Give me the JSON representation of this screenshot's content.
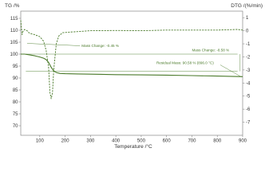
{
  "chart_data": {
    "type": "line",
    "left_axis_title": "TG /%",
    "right_axis_title": "DTG /(%/min)",
    "xlabel": "Temperature /°C",
    "xlim": [
      25,
      900
    ],
    "ylim_left": [
      66,
      118
    ],
    "ylim_right": [
      -8,
      1.5
    ],
    "x_ticks": [
      100,
      200,
      300,
      400,
      500,
      600,
      700,
      800,
      900
    ],
    "y_ticks_left": [
      70,
      75,
      80,
      85,
      90,
      95,
      100,
      105,
      110,
      115
    ],
    "y_ticks_right": [
      1,
      0,
      -1,
      -2,
      -3,
      -4,
      -5,
      -6,
      -7
    ],
    "series": [
      {
        "axis": "left",
        "style": "solid",
        "x": [
          25,
          40,
          60,
          80,
          100,
          115,
          125,
          135,
          145,
          155,
          165,
          180,
          200,
          250,
          300,
          400,
          500,
          600,
          700,
          800,
          900
        ],
        "y": [
          100,
          100,
          99.7,
          99.3,
          98.8,
          98.3,
          97.7,
          96.5,
          94.5,
          93.0,
          92.3,
          91.9,
          91.8,
          91.7,
          91.6,
          91.4,
          91.3,
          91.2,
          91.0,
          90.8,
          90.58
        ]
      },
      {
        "axis": "right",
        "style": "dashed",
        "x": [
          25,
          30,
          35,
          40,
          50,
          60,
          80,
          100,
          115,
          125,
          135,
          140,
          145,
          150,
          155,
          165,
          175,
          190,
          220,
          300,
          400,
          500,
          600,
          700,
          800,
          880,
          900
        ],
        "y": [
          0.8,
          -0.3,
          0.0,
          0.1,
          0.0,
          -0.2,
          -0.3,
          -0.45,
          -0.8,
          -1.5,
          -2.8,
          -4.7,
          -5.2,
          -4.8,
          -3.0,
          -1.0,
          -0.4,
          -0.15,
          -0.1,
          0.0,
          0.02,
          0.0,
          0.05,
          0.05,
          0.05,
          0.1,
          0.05
        ]
      }
    ],
    "annotations": [
      {
        "text": "Mass Change: -0.45 %"
      },
      {
        "text": "Mass Change: -8.58 %"
      },
      {
        "text": "Residual Mass: 90.58 % (896.0 °C)"
      }
    ],
    "grid": false,
    "colors": {
      "line": "#4a7a2a",
      "axis": "#888888",
      "text": "#333333"
    }
  }
}
